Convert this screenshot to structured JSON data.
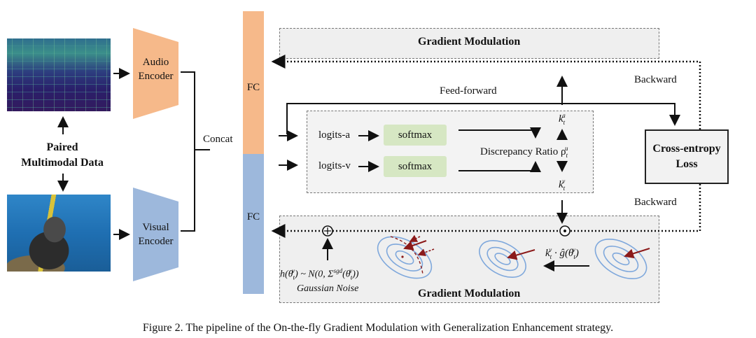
{
  "labels": {
    "paired_data": "Paired\nMultimodal Data",
    "audio_encoder": "Audio\nEncoder",
    "visual_encoder": "Visual\nEncoder",
    "concat": "Concat",
    "fc_top": "FC",
    "fc_bottom": "FC",
    "gradient_modulation_top": "Gradient Modulation",
    "gradient_modulation_bottom": "Gradient Modulation",
    "backward_top": "Backward",
    "backward_bottom": "Backward",
    "feed_forward": "Feed-forward",
    "logits_a": "logits-a",
    "logits_v": "logits-v",
    "softmax_a": "softmax",
    "softmax_v": "softmax",
    "discrepancy": "Discrepancy Ratio ρ",
    "discrepancy_sup": "u",
    "discrepancy_sub": "t",
    "k_a": "k",
    "k_a_sup": "a",
    "k_a_sub": "t",
    "k_v": "k",
    "k_v_sup": "v",
    "k_v_sub": "t",
    "cross_entropy": "Cross-entropy\nLoss",
    "noise_formula": "h(θ",
    "noise_formula_rest": ") ~ N(0, Σ",
    "noise_formula_end": "(θ",
    "noise_formula_close": "))",
    "sgd_sup": "sgd",
    "gaussian_noise": "Gaussian Noise",
    "kg_formula": "k",
    "kg_formula_rest": "· ĝ(θ",
    "kg_close": ")",
    "caption": "Figure 2. The pipeline of the On-the-fly Gradient Modulation with Generalization Enhancement strategy."
  },
  "colors": {
    "audio_encoder": "#f6b98a",
    "visual_encoder": "#9db8dc",
    "softmax": "#d6e7c3",
    "arrow_red": "#8b1a1a",
    "contour_blue": "#7fa8dc"
  },
  "icons": {
    "plus_node": "circle-plus-icon",
    "times_node": "circle-dot-icon"
  }
}
